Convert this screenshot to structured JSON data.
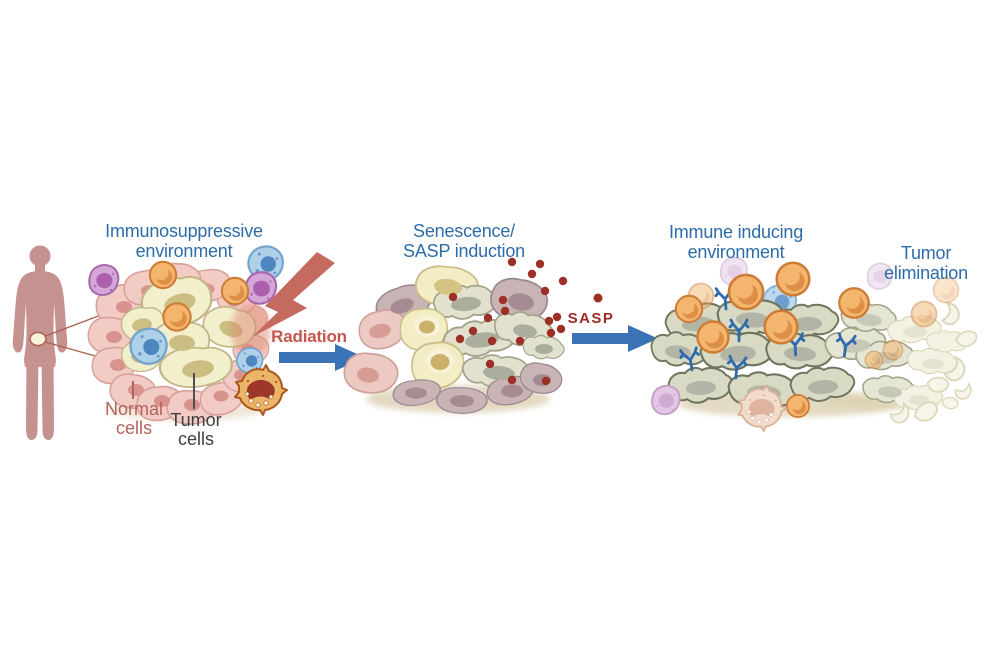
{
  "figure": {
    "type": "scientific-diagram",
    "title_labels": {
      "panel1_title": "Immunosuppressive\nenvironment",
      "panel2_title": "Senescence/\nSASP induction",
      "panel3_title": "Immune inducing\nenvironment",
      "panel3_title2": "Tumor elimination"
    },
    "annotations": {
      "radiation": "Radiation",
      "sasp": "SASP",
      "normal_cells": "Normal\ncells",
      "tumor_cells": "Tumor\ncells"
    },
    "colors": {
      "label_blue": "#2d6ca9",
      "radiation_red": "#c4564e",
      "sasp_dark_red": "#9c2b24",
      "normal_label_rose": "#b5625e",
      "tumor_label_gray": "#3f3f3f",
      "arrow_blue": "#3a73b6",
      "bolt_salmon": "#c56a5e",
      "body_silhouette_rose": "#c69290",
      "sasp_dot_red": "#9c2f26",
      "antibody_blue": "#2e6cad",
      "background": "#ffffff"
    },
    "icons": {
      "lightning_bolt": "radiation-bolt-icon",
      "right_arrow": "process-arrow-icon",
      "antibody": "antibody-y-icon",
      "magnifier_callout": "tumor-site-callout"
    }
  }
}
